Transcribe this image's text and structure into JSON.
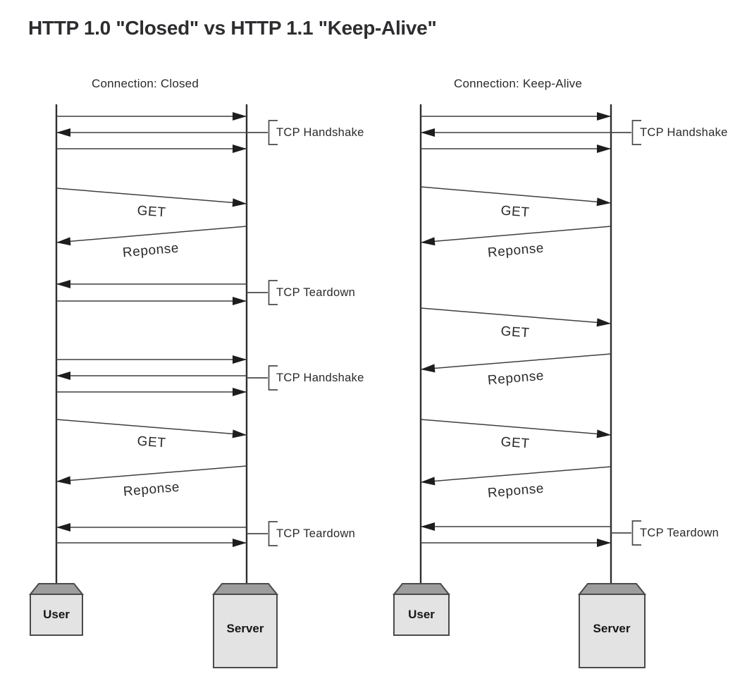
{
  "title": "HTTP 1.0 \"Closed\" vs HTTP 1.1 \"Keep-Alive\"",
  "colors": {
    "line": "#3f3f3f",
    "box_front": "#e3e3e3",
    "box_top": "#9d9d9d",
    "box_border": "#4a4a4a",
    "text": "#2a2a2a"
  },
  "closed": {
    "header": "Connection: Closed",
    "tcp_handshake_1": "TCP Handshake",
    "get_1": "GET",
    "response_1": "Reponse",
    "tcp_teardown_1": "TCP Teardown",
    "tcp_handshake_2": "TCP Handshake",
    "get_2": "GET",
    "response_2": "Reponse",
    "tcp_teardown_2": "TCP Teardown",
    "user_label": "User",
    "server_label": "Server"
  },
  "keepalive": {
    "header": "Connection: Keep-Alive",
    "tcp_handshake": "TCP Handshake",
    "get_1": "GET",
    "response_1": "Reponse",
    "get_2": "GET",
    "response_2": "Reponse",
    "get_3": "GET",
    "response_3": "Reponse",
    "tcp_teardown": "TCP Teardown",
    "user_label": "User",
    "server_label": "Server"
  }
}
